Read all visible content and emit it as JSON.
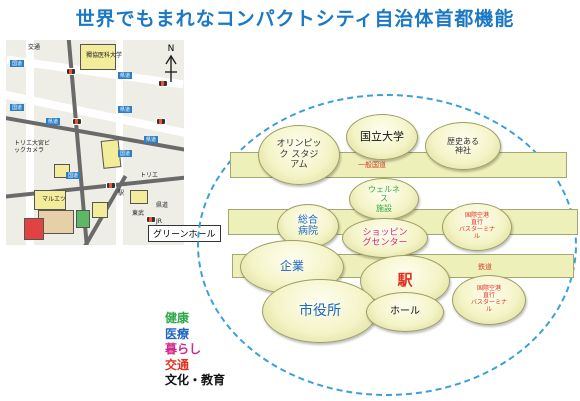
{
  "title": "世界でもまれなコンパクトシティ自治体首都機能",
  "map": {
    "north": "N",
    "labels": {
      "station_top": "交通",
      "univ": "獨協医科大学",
      "lab_left1": "国道",
      "lab_left2": "国道",
      "lab_top2": "県道",
      "lab_mid": "県道",
      "lab_mid2": "県道",
      "lab_mid3": "国道",
      "lab_mid4": "県道",
      "lab_right": "国道",
      "mall": "トリエ大宮ビックカメラ",
      "hotel": "トリエ",
      "tobu": "東武",
      "station": "駅",
      "maruko": "マルエツ",
      "road_right": "県道",
      "jr": "JR"
    },
    "green_hall": "グリーンホール"
  },
  "legend": [
    {
      "text": "健康",
      "color": "#2fa84a"
    },
    {
      "text": "医療",
      "color": "#1f67c4"
    },
    {
      "text": "暮らし",
      "color": "#d5288a"
    },
    {
      "text": "交通",
      "color": "#e4301e"
    },
    {
      "text": "文化・教育",
      "color": "#111111"
    }
  ],
  "diagram": {
    "band_labels": {
      "road_top": "一般国道",
      "rail": "鉄道"
    },
    "bubbles": {
      "olympic": {
        "text": "オリンピッ\nク スタジ\nアム",
        "color": "#333333"
      },
      "univ": {
        "text": "国立大学",
        "color": "#111111"
      },
      "shrine": {
        "text": "歴史ある\n神社",
        "color": "#333333"
      },
      "wellness": {
        "text": "ウェルネ\nス\n施設",
        "color": "#2fa84a"
      },
      "hospital": {
        "text": "総合\n病院",
        "color": "#1f67c4"
      },
      "shopping": {
        "text": "ショッピン\nグセンター",
        "color": "#d5288a"
      },
      "airport_bus": {
        "text": "国際空港\n直行\nバスターミナ\nル",
        "color": "#e4301e"
      },
      "company": {
        "text": "企業",
        "color": "#1f67c4"
      },
      "station": {
        "text": "駅",
        "color": "#e4301e"
      },
      "city_hall": {
        "text": "市役所",
        "color": "#1f67c4"
      },
      "hall": {
        "text": "ホール",
        "color": "#111111"
      },
      "airport_bus2": {
        "text": "国際空港\n直行\nバスターミナ\nル",
        "color": "#e4301e"
      }
    }
  }
}
